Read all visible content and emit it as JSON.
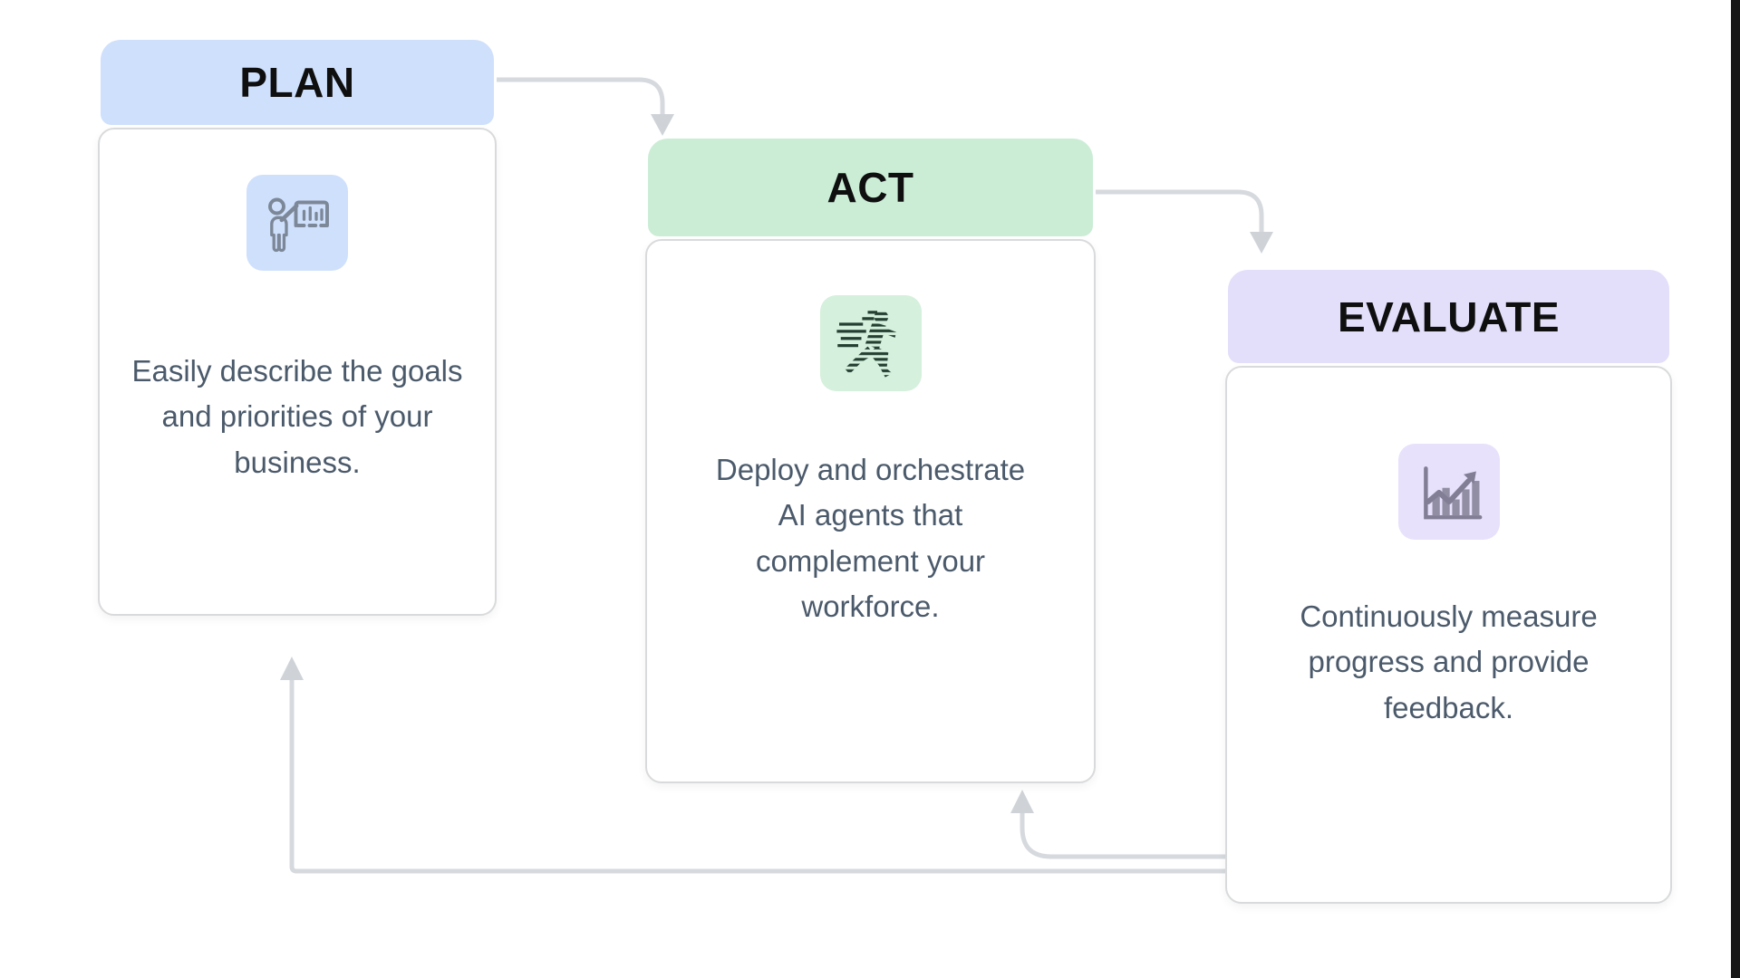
{
  "diagram": {
    "background": "#ffffff",
    "cards": [
      {
        "id": "plan",
        "title": "PLAN",
        "description": "Easily describe the goals\nand priorities of your\nbusiness.",
        "icon": "presenter-whiteboard-chart-icon",
        "header_color": "#cfe0fc",
        "icon_tile_color": "#cfe0fc",
        "icon_stroke_color": "#7c8798"
      },
      {
        "id": "act",
        "title": "ACT",
        "description": "Deploy and orchestrate\nAI agents that\ncomplement your\nworkforce.",
        "icon": "sprinting-person-speed-lines-icon",
        "header_color": "#cbedd6",
        "icon_tile_color": "#d5f0dc",
        "icon_stroke_color": "#243f31"
      },
      {
        "id": "evaluate",
        "title": "EVALUATE",
        "description": "Continuously measure\nprogress and provide\nfeedback.",
        "icon": "bar-chart-growth-arrow-icon",
        "header_color": "#e3defa",
        "icon_tile_color": "#e7e1fc",
        "icon_stroke_color": "#827e95"
      }
    ],
    "connections": [
      {
        "from": "plan",
        "to": "act",
        "path": "right-of-plan-header to top-of-act-header"
      },
      {
        "from": "act",
        "to": "evaluate",
        "path": "right-of-act-header to top-of-evaluate-header"
      },
      {
        "from": "evaluate",
        "to": "act",
        "path": "left-of-evaluate-body to bottom-of-act-body"
      },
      {
        "from": "evaluate",
        "to": "plan",
        "path": "left-of-evaluate-body to bottom-of-plan-body"
      }
    ],
    "connector_color": "#d6d9dd",
    "arrowhead_color": "#cfd3d8",
    "card_border_color": "#d9dadc",
    "title_text_color": "#0f0f0f",
    "body_text_color": "#4b5a6b",
    "right_edge_strip_color": "#161616"
  }
}
